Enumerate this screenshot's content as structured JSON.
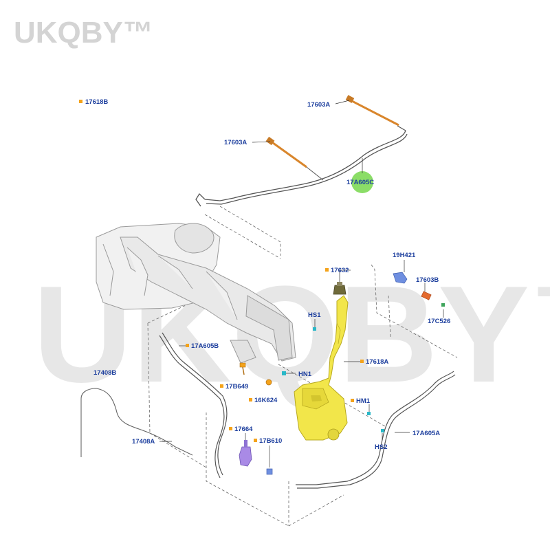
{
  "watermark": {
    "corner_text": "UKQBY™",
    "center_text": "UKQBY™",
    "color": "#d8d8d8"
  },
  "colors": {
    "label_blue": "#1d3f9e",
    "fastener_orange": "#f4a31b",
    "clip_cyan": "#29b8c8",
    "reservoir_yellow": "#f2e64a",
    "pump_purple": "#a98ae6",
    "bracket_blue": "#6f8fe0",
    "nozzle_orange": "#d9862c",
    "highlight_green": "#7ed957",
    "line_gray": "#555555"
  },
  "parts": {
    "p17618B_top": "17618B",
    "p17603A_upper": "17603A",
    "p17603A_lower": "17603A",
    "p17A605C": "17A605C",
    "p17632": "17632",
    "p19H421": "19H421",
    "p17603B": "17603B",
    "p17C526": "17C526",
    "pHS1": "HS1",
    "p17A605B": "17A605B",
    "p17618A": "17618A",
    "pHN1": "HN1",
    "p17408B": "17408B",
    "p17B649": "17B649",
    "p16K624": "16K624",
    "pHM1": "HM1",
    "p17A605A": "17A605A",
    "p17664": "17664",
    "p17B610": "17B610",
    "pHS2": "HS2",
    "p17408A": "17408A"
  }
}
